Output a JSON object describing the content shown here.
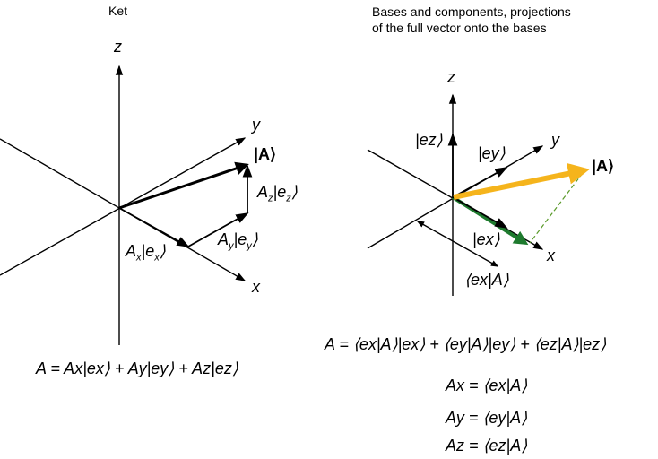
{
  "left": {
    "title": "Ket",
    "axis_z": "z",
    "axis_y": "y",
    "axis_x": "x",
    "label_A": "|A⟩",
    "label_Az": "A",
    "label_Az_ket": "|e",
    "label_Ay": "A",
    "label_Ay_ket": "|e",
    "label_Ax": "A",
    "label_Ax_ket": "|e",
    "equation": "A = Ax|ex⟩ + Ay|ey⟩ + Az|ez⟩"
  },
  "right": {
    "title_line1": "Bases and components, projections",
    "title_line2": "of the full vector onto the bases",
    "axis_z": "z",
    "axis_y": "y",
    "axis_x": "x",
    "label_ez": "|ez⟩",
    "label_ey": "|ey⟩",
    "label_ex": "|ex⟩",
    "label_A": "|A⟩",
    "label_proj": "⟨ex|A⟩",
    "equation": "A = ⟨ex|A⟩|ex⟩ + ⟨ey|A⟩|ey⟩ + ⟨ez|A⟩|ez⟩",
    "eq_ax": "Ax = ⟨ex|A⟩",
    "eq_ay": "Ay = ⟨ey|A⟩",
    "eq_az": "Az = ⟨ez|A⟩"
  },
  "colors": {
    "vector": "#f5b41c",
    "projection": "#1e7a2e"
  }
}
